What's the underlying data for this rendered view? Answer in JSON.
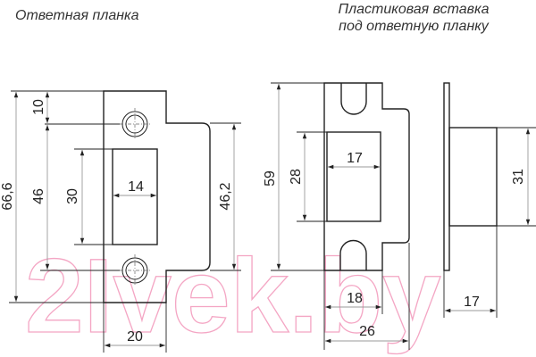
{
  "titles": {
    "strike_plate": "Ответная планка",
    "plastic_insert_line1": "Пластиковая вставка",
    "plastic_insert_line2": "под ответную планку"
  },
  "strike_plate_dimensions": {
    "total_height": "66,6",
    "screw_spacing": "46",
    "top_to_screw": "10",
    "slot_height": "30",
    "slot_width": "14",
    "flange_height": "46,2",
    "plate_width": "20"
  },
  "insert_front_dimensions": {
    "total_height": "59",
    "slot_height": "28",
    "slot_width": "17",
    "inner_width": "18",
    "total_width": "26"
  },
  "insert_side_dimensions": {
    "body_height": "31",
    "depth": "17"
  },
  "watermark": "2Ivek.by",
  "colors": {
    "line": "#222222",
    "dimension_line": "#9a9a9a",
    "watermark": "#f4a6c4"
  }
}
